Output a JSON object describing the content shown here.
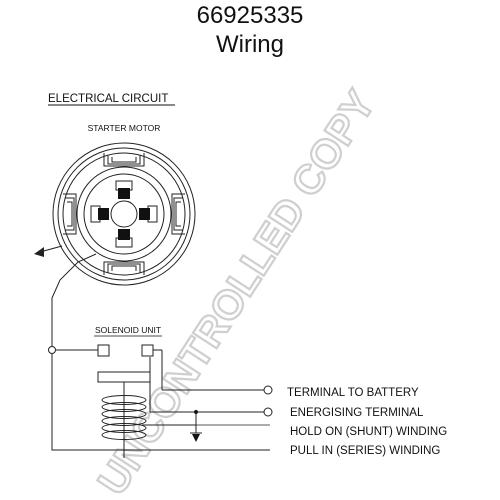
{
  "header": {
    "part_number": "66925335",
    "heading": "Wiring"
  },
  "diagram": {
    "section_title": "ELECTRICAL CIRCUIT",
    "starter_motor_label": "STARTER MOTOR",
    "solenoid_label": "SOLENOID UNIT",
    "terminal_labels": [
      "TERMINAL TO BATTERY",
      "ENERGISING TERMINAL",
      "HOLD ON (SHUNT) WINDING",
      "PULL IN (SERIES) WINDING"
    ]
  },
  "watermark": {
    "text": "UNCONTROLLED COPY",
    "color": "#d9d9d9"
  }
}
